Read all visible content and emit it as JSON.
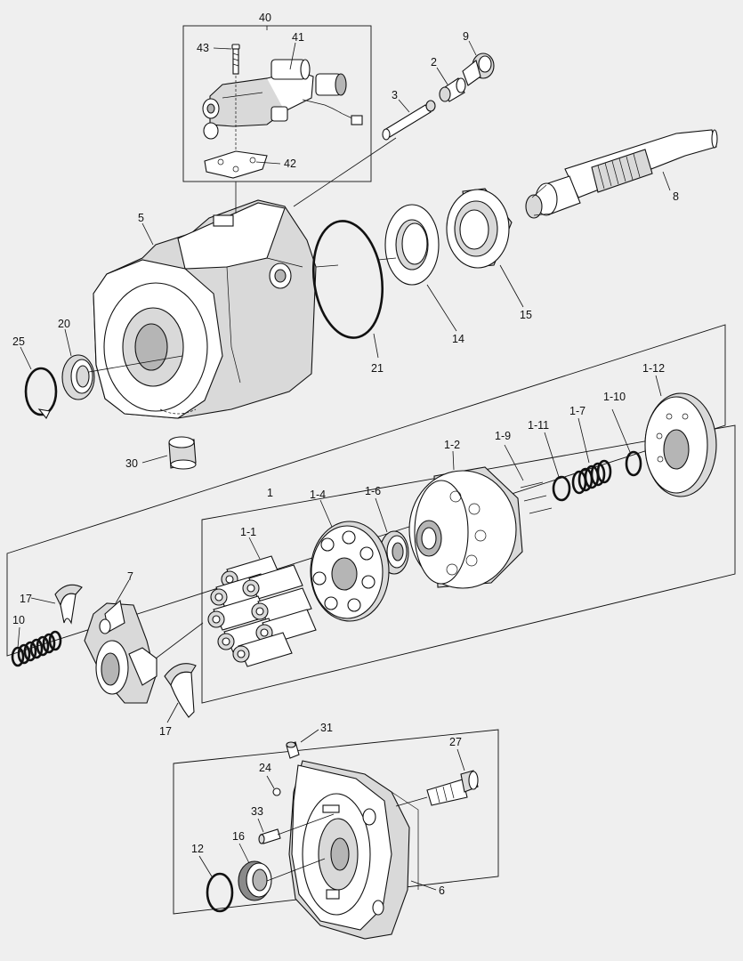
{
  "callouts": {
    "c40": "40",
    "c41": "41",
    "c43": "43",
    "c42": "42",
    "c9": "9",
    "c2": "2",
    "c3": "3",
    "c8": "8",
    "c5": "5",
    "c21": "21",
    "c14": "14",
    "c15": "15",
    "c25": "25",
    "c20": "20",
    "c30": "30",
    "c1": "1",
    "c1_1": "1-1",
    "c1_2": "1-2",
    "c1_4": "1-4",
    "c1_6": "1-6",
    "c1_7": "1-7",
    "c1_9": "1-9",
    "c1_10": "1-10",
    "c1_11": "1-11",
    "c1_12": "1-12",
    "c7": "7",
    "c10": "10",
    "c17a": "17",
    "c17b": "17",
    "c31": "31",
    "c27": "27",
    "c24": "24",
    "c33": "33",
    "c16": "16",
    "c12": "12",
    "c6": "6"
  }
}
